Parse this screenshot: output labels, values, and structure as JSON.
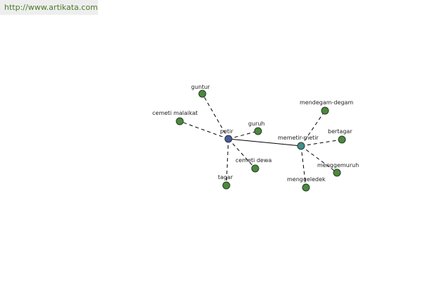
{
  "header": {
    "url": "http://www.artikata.com"
  },
  "colors": {
    "primary": "#4a5aa0",
    "secondary": "#3f8f8a",
    "leaf": "#4a8a3a",
    "banner_text": "#4a7a2a",
    "banner_bg": "#eeeeee"
  },
  "graph": {
    "nodes": [
      {
        "id": "petir",
        "label": "petir",
        "type": "primary"
      },
      {
        "id": "memetir-metir",
        "label": "memetir-metir",
        "type": "secondary"
      },
      {
        "id": "guntur",
        "label": "guntur",
        "type": "leaf"
      },
      {
        "id": "cemeti-malaikat",
        "label": "cemeti malaikat",
        "type": "leaf"
      },
      {
        "id": "guruh",
        "label": "guruh",
        "type": "leaf"
      },
      {
        "id": "cemeti-dewa",
        "label": "cemeti dewa",
        "type": "leaf"
      },
      {
        "id": "tagar",
        "label": "tagar",
        "type": "leaf"
      },
      {
        "id": "mendegam-degam",
        "label": "mendegam-degam",
        "type": "leaf"
      },
      {
        "id": "bertagar",
        "label": "bertagar",
        "type": "leaf"
      },
      {
        "id": "menggemuruh",
        "label": "menggemuruh",
        "type": "leaf"
      },
      {
        "id": "menggeledek",
        "label": "menggeledek",
        "type": "leaf"
      }
    ],
    "edges": [
      {
        "from": "petir",
        "to": "memetir-metir",
        "style": "solid"
      },
      {
        "from": "petir",
        "to": "guntur",
        "style": "dashed"
      },
      {
        "from": "petir",
        "to": "cemeti-malaikat",
        "style": "dashed"
      },
      {
        "from": "petir",
        "to": "guruh",
        "style": "dashed"
      },
      {
        "from": "petir",
        "to": "cemeti-dewa",
        "style": "dashed"
      },
      {
        "from": "petir",
        "to": "tagar",
        "style": "dashed"
      },
      {
        "from": "memetir-metir",
        "to": "mendegam-degam",
        "style": "dashed"
      },
      {
        "from": "memetir-metir",
        "to": "bertagar",
        "style": "dashed"
      },
      {
        "from": "memetir-metir",
        "to": "menggemuruh",
        "style": "dashed"
      },
      {
        "from": "memetir-metir",
        "to": "menggeledek",
        "style": "dashed"
      }
    ]
  }
}
